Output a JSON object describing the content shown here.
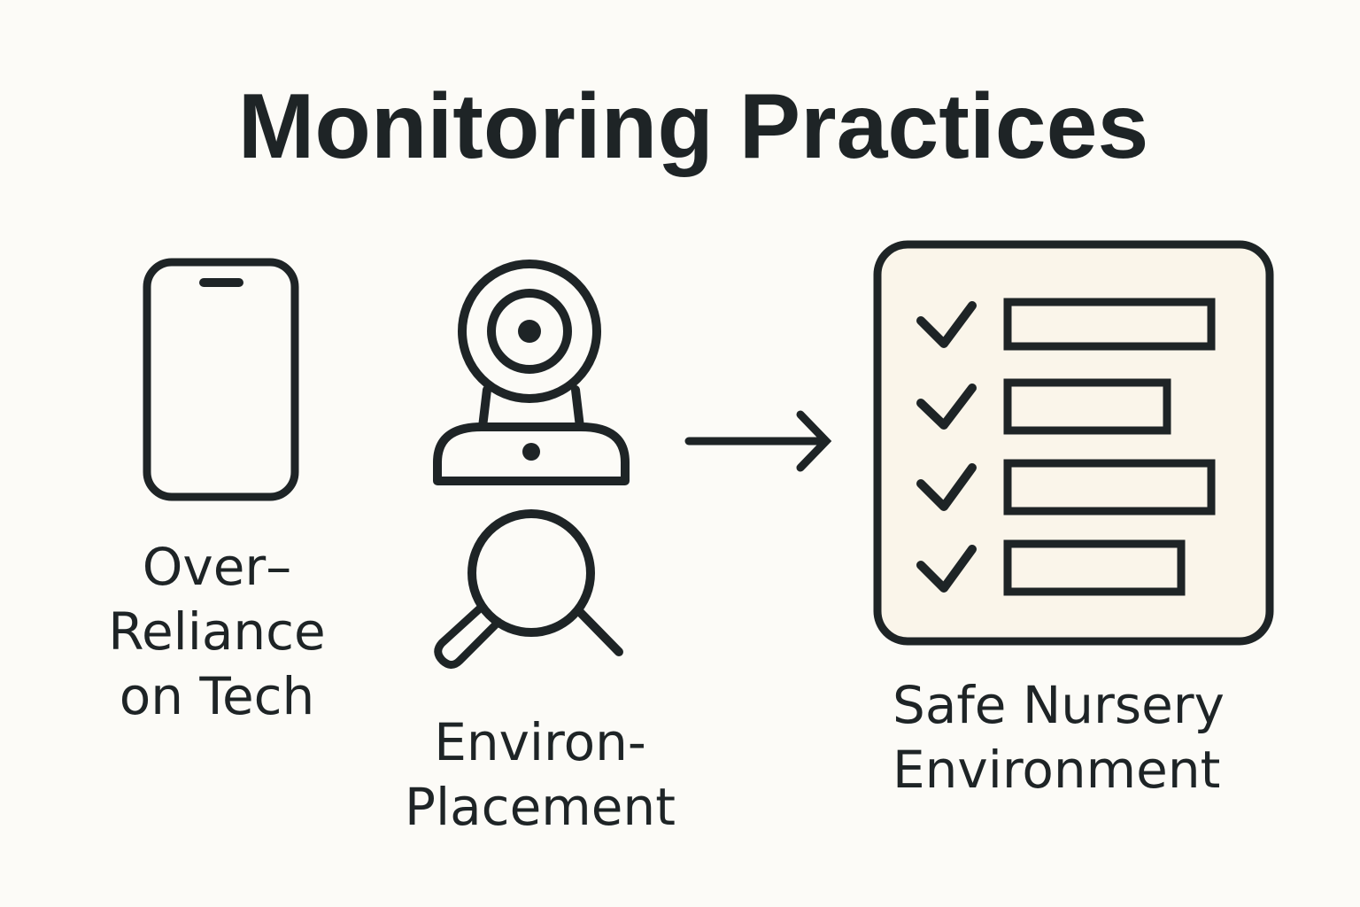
{
  "title": "Monitoring Practices",
  "colors": {
    "background": "#fcfbf7",
    "ink": "#1e2426",
    "checklist_fill": "#faf5ea"
  },
  "items": [
    {
      "icon": "smartphone-icon",
      "label_lines": [
        "Over–",
        "Reliance",
        "on Tech"
      ]
    },
    {
      "icon": "baby-monitor-camera-icon",
      "label_lines": []
    },
    {
      "icon": "magnifying-glass-icon",
      "label_lines": [
        "Environ-",
        "Placement"
      ]
    },
    {
      "icon": "right-arrow-icon",
      "label_lines": []
    },
    {
      "icon": "checklist-icon",
      "label_lines": [
        "Safe Nursery",
        "Environment"
      ],
      "checklist_rows": 4
    }
  ]
}
